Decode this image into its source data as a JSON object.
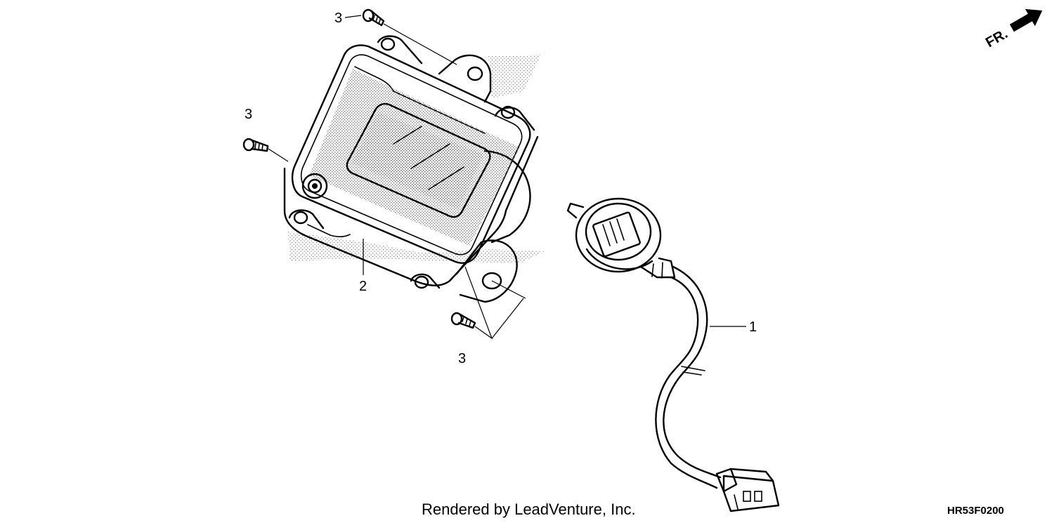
{
  "diagram": {
    "callouts": [
      {
        "id": "bolt-top",
        "label": "3"
      },
      {
        "id": "bolt-left",
        "label": "3"
      },
      {
        "id": "housing",
        "label": "2"
      },
      {
        "id": "bolt-bottom",
        "label": "3"
      },
      {
        "id": "harness",
        "label": "1"
      }
    ],
    "direction": {
      "label": "FR.",
      "icon": "direction-arrow-icon"
    },
    "footer": "Rendered by LeadVenture, Inc.",
    "figure_code": "HR53F0200"
  }
}
